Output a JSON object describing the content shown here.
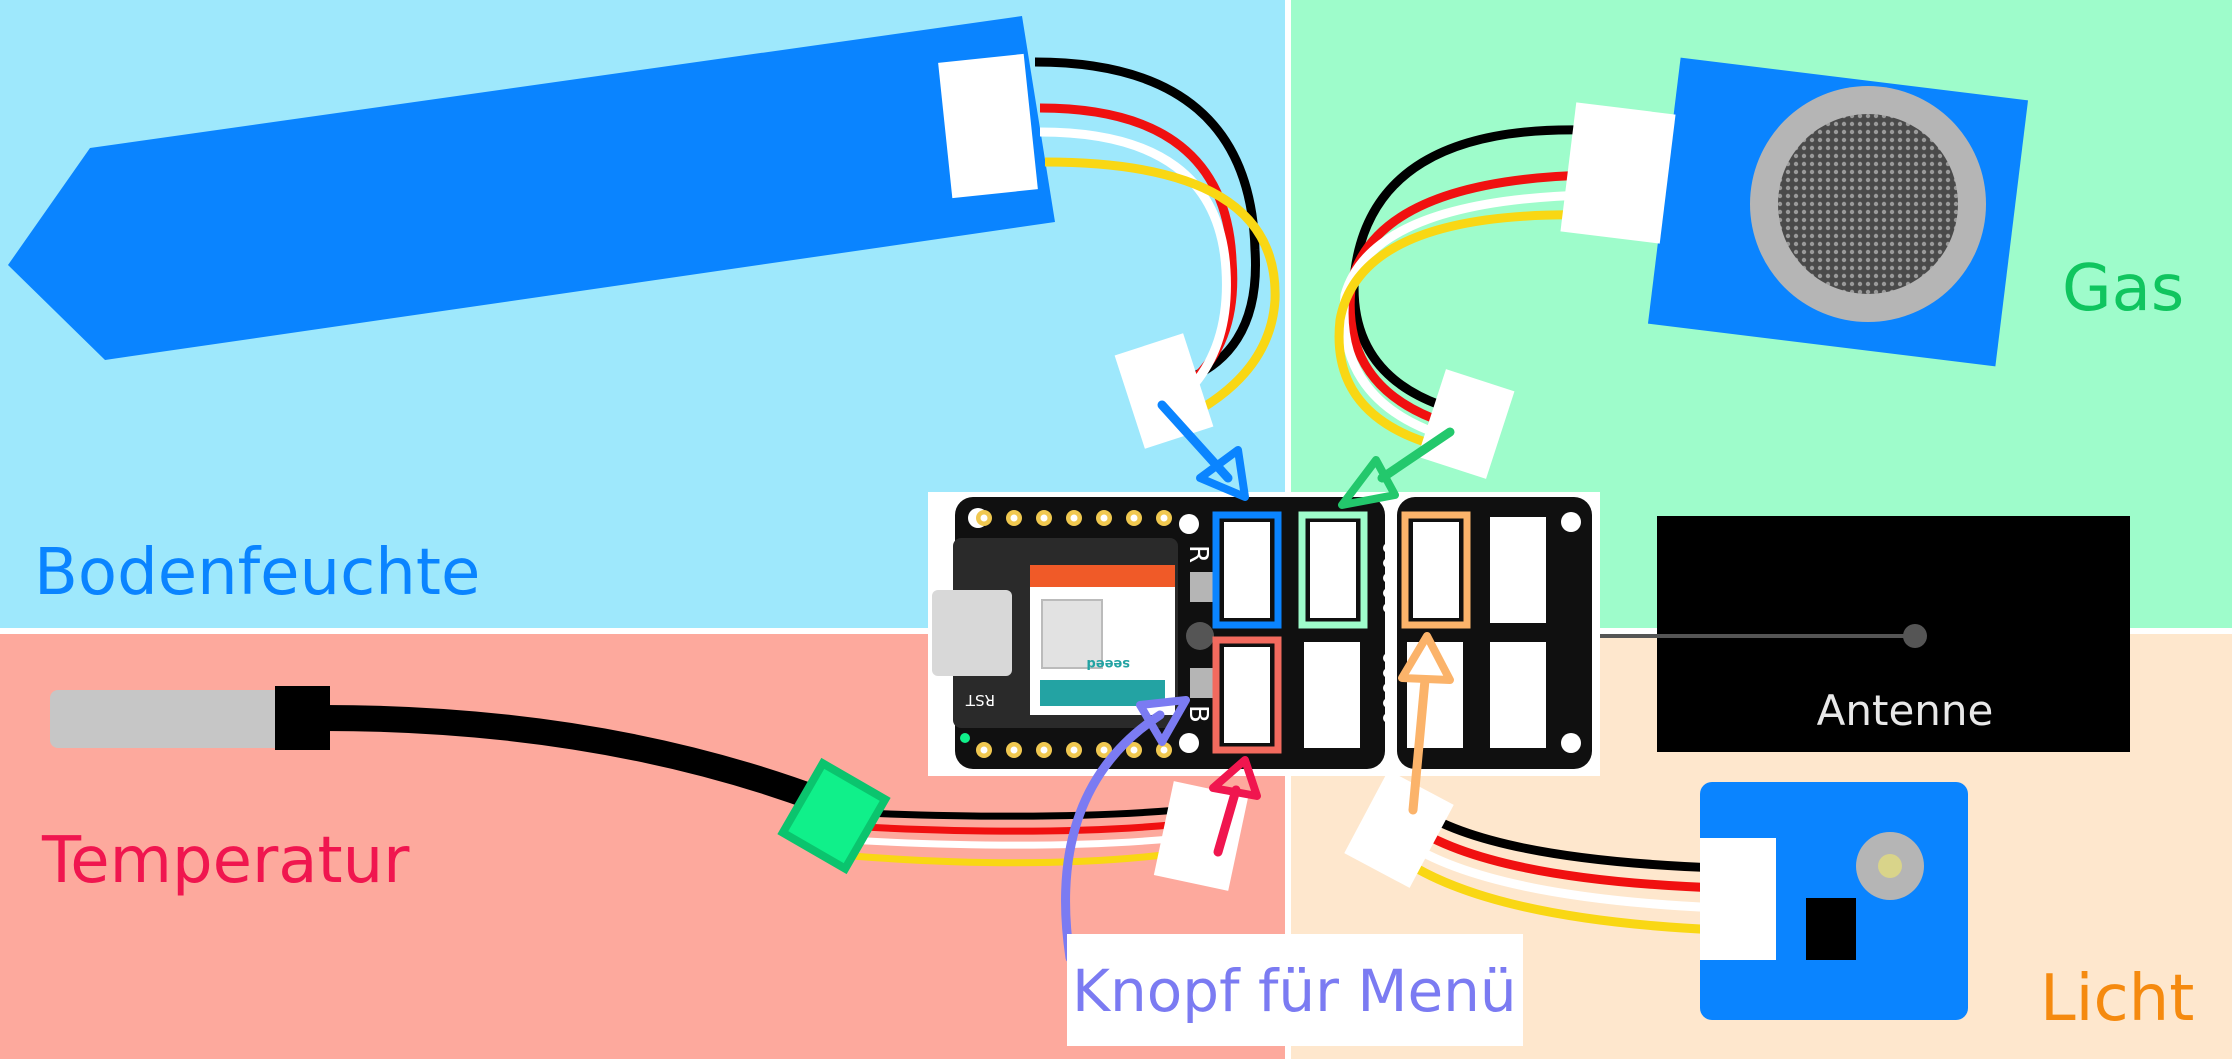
{
  "labels": {
    "soil": "Bodenfeuchte",
    "gas": "Gas",
    "temperature": "Temperatur",
    "light": "Licht",
    "antenna": "Antenne",
    "button": "Knopf für Menü",
    "board_r": "R",
    "board_b": "B",
    "board_rst": "RST",
    "board_brand": "seeed"
  },
  "colors": {
    "soil": "#0a84ff",
    "gas": "#10c55f",
    "temperature": "#f0164f",
    "light": "#f58a0f",
    "button": "#7b7bf2",
    "antenna_text": "#e8e8e8",
    "bg_soil": "#9ee8fc",
    "bg_gas": "#9efccb",
    "bg_temperature": "#fda99d",
    "bg_light": "#fee7cd"
  }
}
